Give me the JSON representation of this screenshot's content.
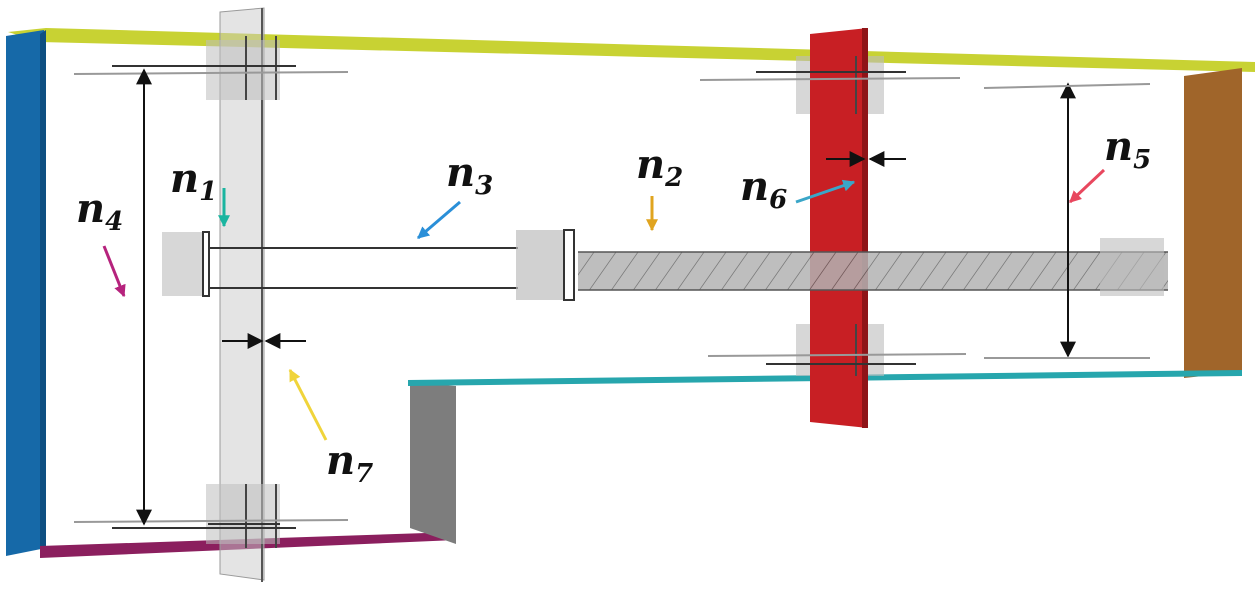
{
  "labels": {
    "n1": {
      "base": "n",
      "sub": "1"
    },
    "n2": {
      "base": "n",
      "sub": "2"
    },
    "n3": {
      "base": "n",
      "sub": "3"
    },
    "n4": {
      "base": "n",
      "sub": "4"
    },
    "n5": {
      "base": "n",
      "sub": "5"
    },
    "n6": {
      "base": "n",
      "sub": "6"
    },
    "n7": {
      "base": "n",
      "sub": "7"
    }
  },
  "colors": {
    "top_edge": "#c8d233",
    "left_wall": "#1669a8",
    "right_wall": "#a0652a",
    "bottom_left_edge": "#8b1f5e",
    "step_edge": "#27a6ad",
    "step_wall": "#7d7d7d",
    "red_plate": "#c81f24",
    "plate_gray": "#c9c9c9",
    "arrow_n1": "#1ab5a0",
    "arrow_n2": "#e0a41f",
    "arrow_n3": "#2a8fd8",
    "arrow_n4": "#b6237d",
    "arrow_n5": "#e8475e",
    "arrow_n6": "#3aa6c8",
    "arrow_n7": "#f0d43a",
    "dimension": "#111111"
  }
}
